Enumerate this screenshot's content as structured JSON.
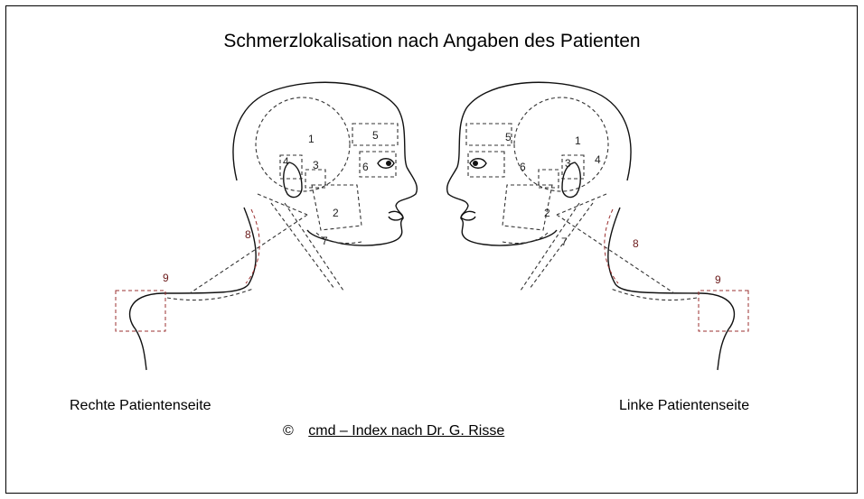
{
  "title": "Schmerzlokalisation nach Angaben des Patienten",
  "labels": {
    "right_side": "Rechte Patientenseite",
    "left_side": "Linke Patientenseite"
  },
  "copyright": {
    "symbol": "©",
    "text": "cmd – Index nach Dr. G. Risse"
  },
  "regions": {
    "left_head": [
      "1",
      "2",
      "3",
      "4",
      "5",
      "6",
      "7",
      "8",
      "9"
    ],
    "right_head": [
      "1",
      "2",
      "3",
      "4",
      "5",
      "6",
      "7",
      "8",
      "9"
    ]
  }
}
